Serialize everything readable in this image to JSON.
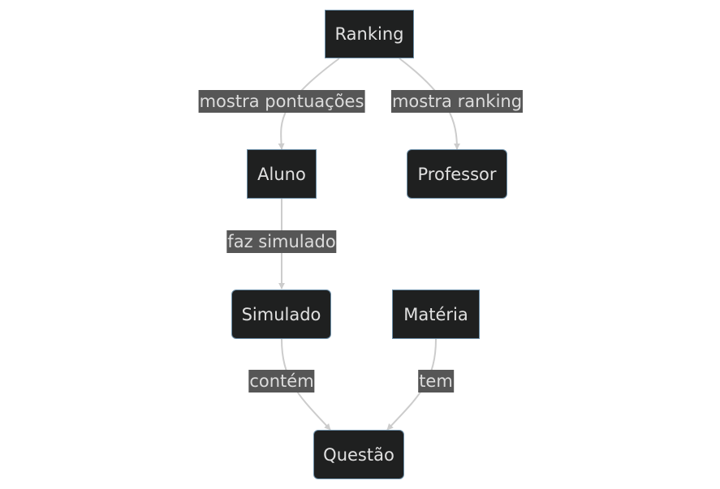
{
  "nodes": {
    "ranking": "Ranking",
    "aluno": "Aluno",
    "professor": "Professor",
    "simulado": "Simulado",
    "materia": "Matéria",
    "questao": "Questão"
  },
  "edges": {
    "ranking_aluno": "mostra pontuações",
    "ranking_professor": "mostra ranking",
    "aluno_simulado": "faz simulado",
    "simulado_questao": "contém",
    "materia_questao": "tem"
  },
  "colors": {
    "node_fill": "#1f2020",
    "node_border": "#6d8fa8",
    "edge": "#cccccc",
    "label_bg": "#565656",
    "text": "#e0e0e0"
  }
}
